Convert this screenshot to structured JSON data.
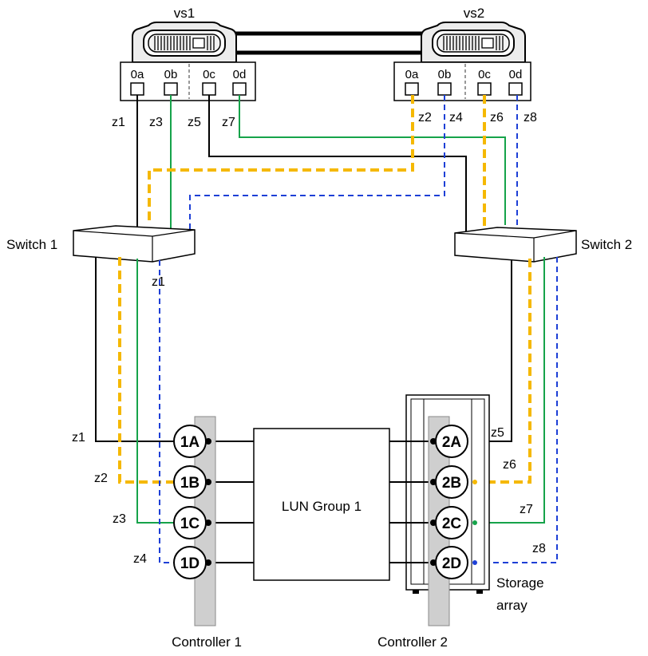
{
  "nodes": {
    "vs1": "vs1",
    "vs2": "vs2",
    "switch1": "Switch 1",
    "switch2": "Switch 2",
    "lun_group": "LUN Group 1",
    "controller1": "Controller 1",
    "controller2": "Controller 2",
    "storage_array_line1": "Storage",
    "storage_array_line2": "array"
  },
  "vs1_ports": [
    "0a",
    "0b",
    "0c",
    "0d"
  ],
  "vs2_ports": [
    "0a",
    "0b",
    "0c",
    "0d"
  ],
  "controller1_ports": [
    "1A",
    "1B",
    "1C",
    "1D"
  ],
  "controller2_ports": [
    "2A",
    "2B",
    "2C",
    "2D"
  ],
  "zones": {
    "vs1": [
      "z1",
      "z3",
      "z5",
      "z7"
    ],
    "vs2": [
      "z2",
      "z4",
      "z6",
      "z8"
    ],
    "switch1": "z1",
    "controller1": [
      "z1",
      "z2",
      "z3",
      "z4"
    ],
    "controller2": [
      "z5",
      "z6",
      "z7",
      "z8"
    ]
  },
  "colors": {
    "black": "#000000",
    "green": "#16a34a",
    "blue": "#1d3fd6",
    "orange": "#f5b800",
    "controller_bar": "#cfcfcf"
  }
}
